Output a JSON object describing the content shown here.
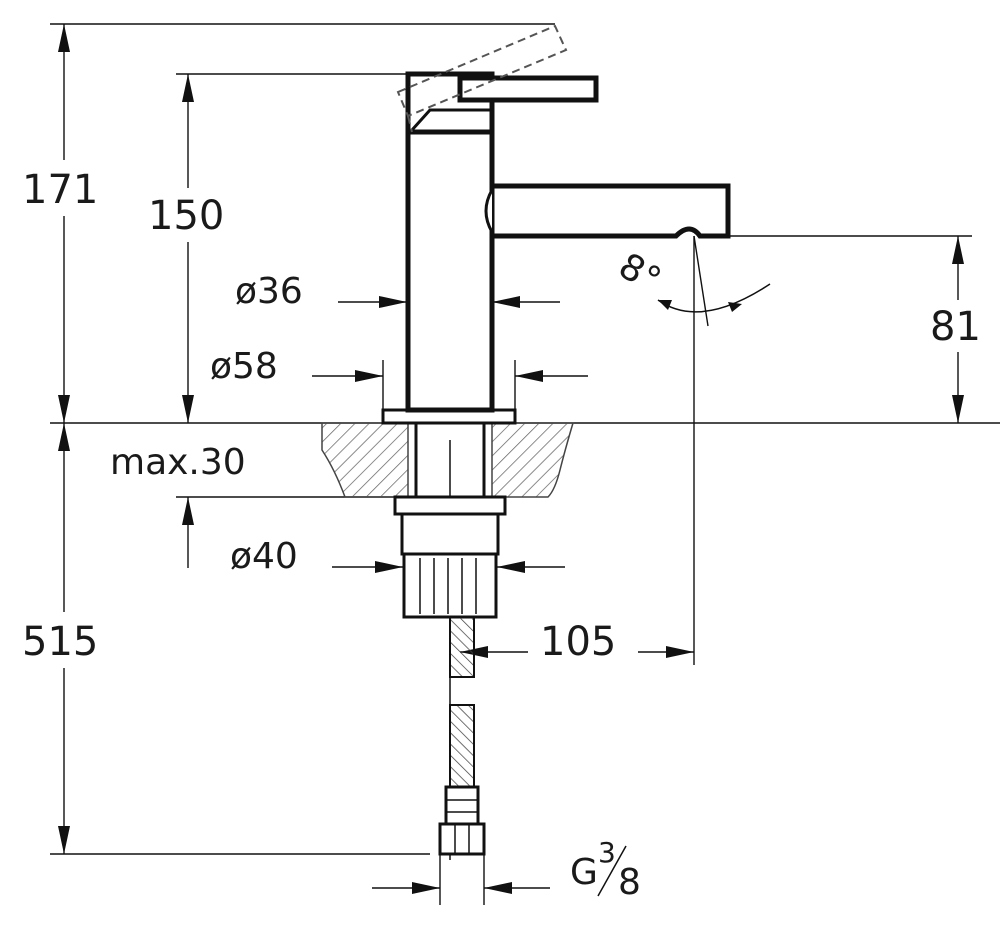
{
  "dimensions": {
    "total_height": "171",
    "lever_height": "150",
    "body_diameter": "ø36",
    "base_diameter": "ø58",
    "spout_height": "81",
    "angle": "8°",
    "max_deck_thickness": "max.30",
    "shank_diameter": "ø40",
    "hose_length": "515",
    "reach": "105",
    "connection_thread_prefix": "G",
    "connection_thread_num": "3",
    "connection_thread_den": "8"
  }
}
